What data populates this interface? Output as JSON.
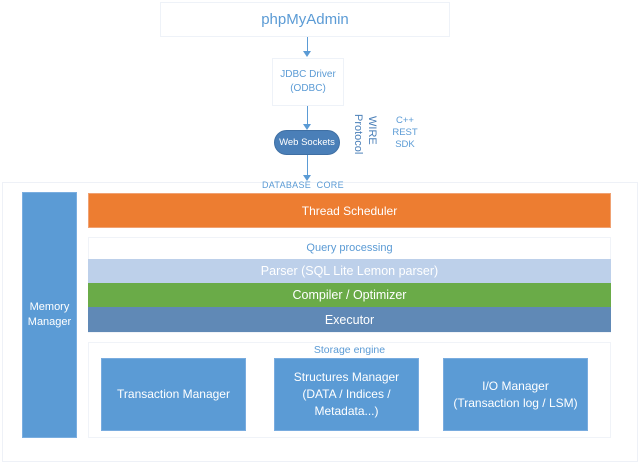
{
  "diagram": {
    "client": {
      "label": "phpMyAdmin"
    },
    "driver": {
      "label_line1": "JDBC Driver",
      "label_line2": "(ODBC)"
    },
    "transport": {
      "label": "Web Sockets"
    },
    "protocol": {
      "label_line1": "WIRE",
      "label_line2": "Protocol",
      "options": [
        "C++",
        "REST",
        "SDK"
      ]
    },
    "core": {
      "label": "DATABASE  CORE",
      "memory_manager": {
        "label_line1": "Memory",
        "label_line2": "Manager"
      },
      "thread_scheduler": {
        "label": "Thread Scheduler"
      },
      "query_processing": {
        "label": "Query processing",
        "parser": "Parser (SQL Lite Lemon parser)",
        "compiler": "Compiler / Optimizer",
        "executor": "Executor"
      },
      "storage_engine": {
        "label": "Storage engine",
        "components": [
          {
            "lines": [
              "Transaction Manager"
            ]
          },
          {
            "lines": [
              "Structures Manager",
              "(DATA / Indices /",
              "Metadata...)"
            ]
          },
          {
            "lines": [
              "I/O Manager",
              "(Transaction log / LSM)"
            ]
          }
        ]
      }
    },
    "colors": {
      "accent_blue": "#5b9bd5",
      "thread_orange": "#ed7d31",
      "parser_lightblue": "#bdd0ea",
      "compiler_green": "#6aab48",
      "executor_steel": "#6089b6",
      "websocket_blue": "#4a7fb8"
    }
  }
}
